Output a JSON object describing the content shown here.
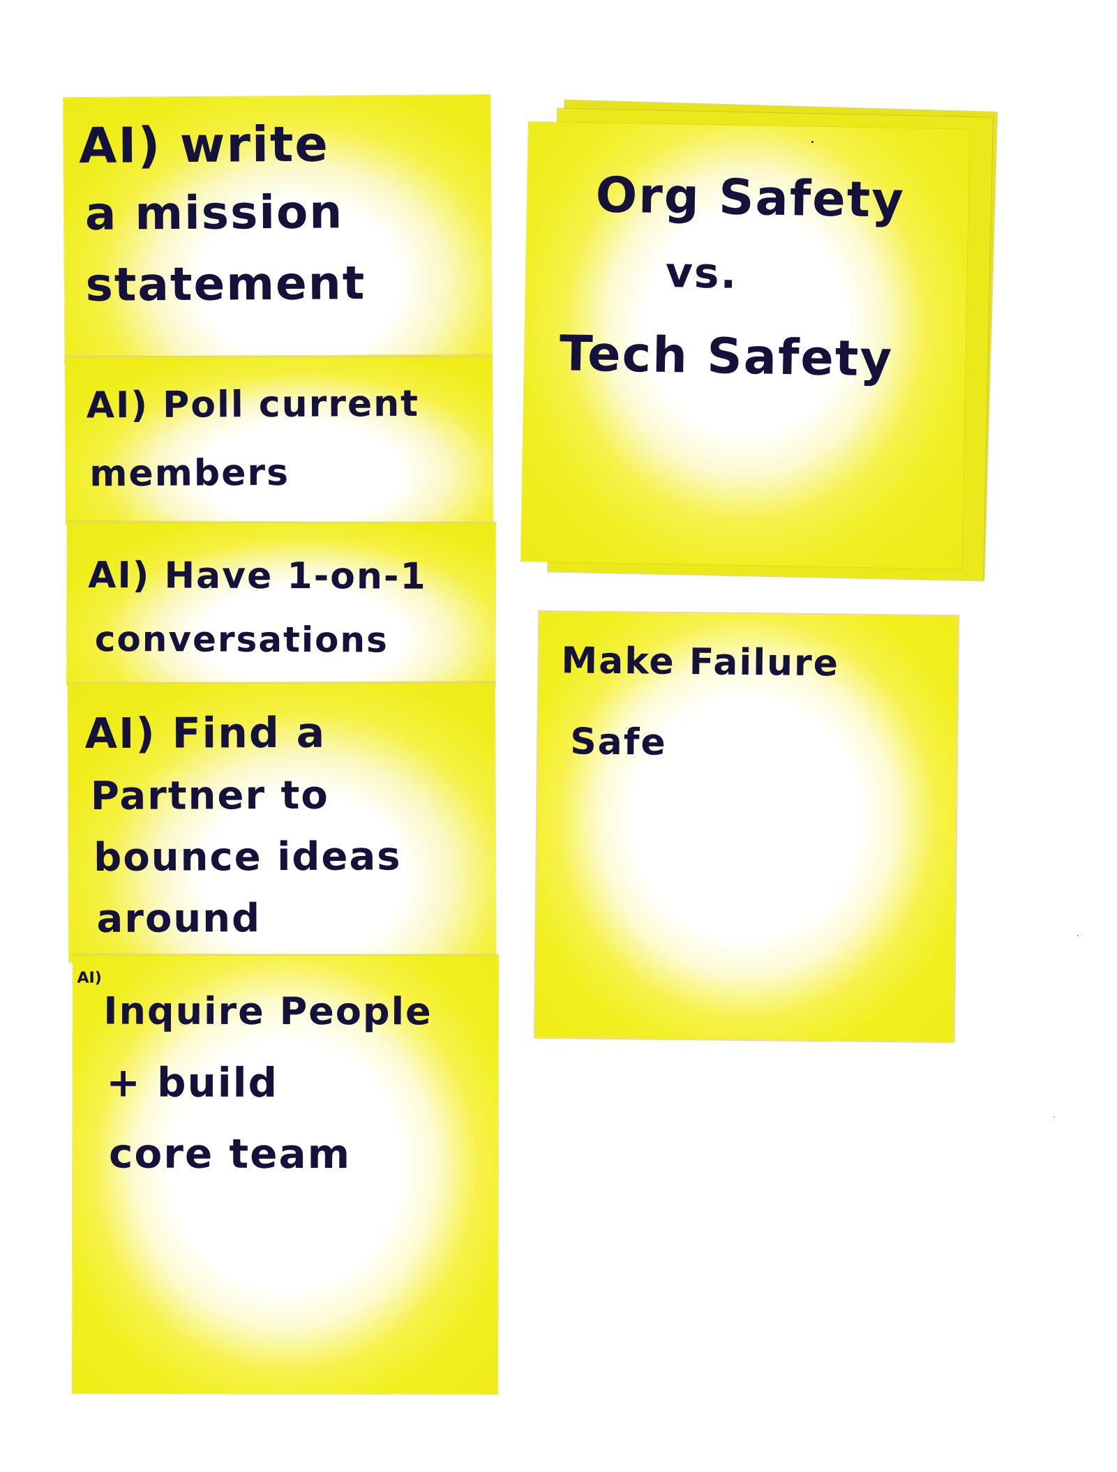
{
  "notes": {
    "mission": {
      "line1": "AI) write",
      "line2": "a mission",
      "line3": "statement"
    },
    "poll": {
      "line1": "AI) Poll current",
      "line2": "members"
    },
    "one_on_one": {
      "line1": "AI) Have 1-on-1",
      "line2": "conversations"
    },
    "partner": {
      "line1": "AI) Find a",
      "line2": "Partner to",
      "line3": "bounce ideas",
      "line4": "around"
    },
    "inquire": {
      "tag": "AI)",
      "line1": "Inquire People",
      "line2": "+ build",
      "line3": "core team"
    },
    "safety": {
      "line1": "Org Safety",
      "line2": "vs.",
      "line3": "Tech Safety"
    },
    "failure": {
      "line1": "Make Failure",
      "line2": "Safe"
    }
  },
  "colors": {
    "note_yellow": "#efec17",
    "ink": "#14123a",
    "paper": "#ffffff"
  }
}
